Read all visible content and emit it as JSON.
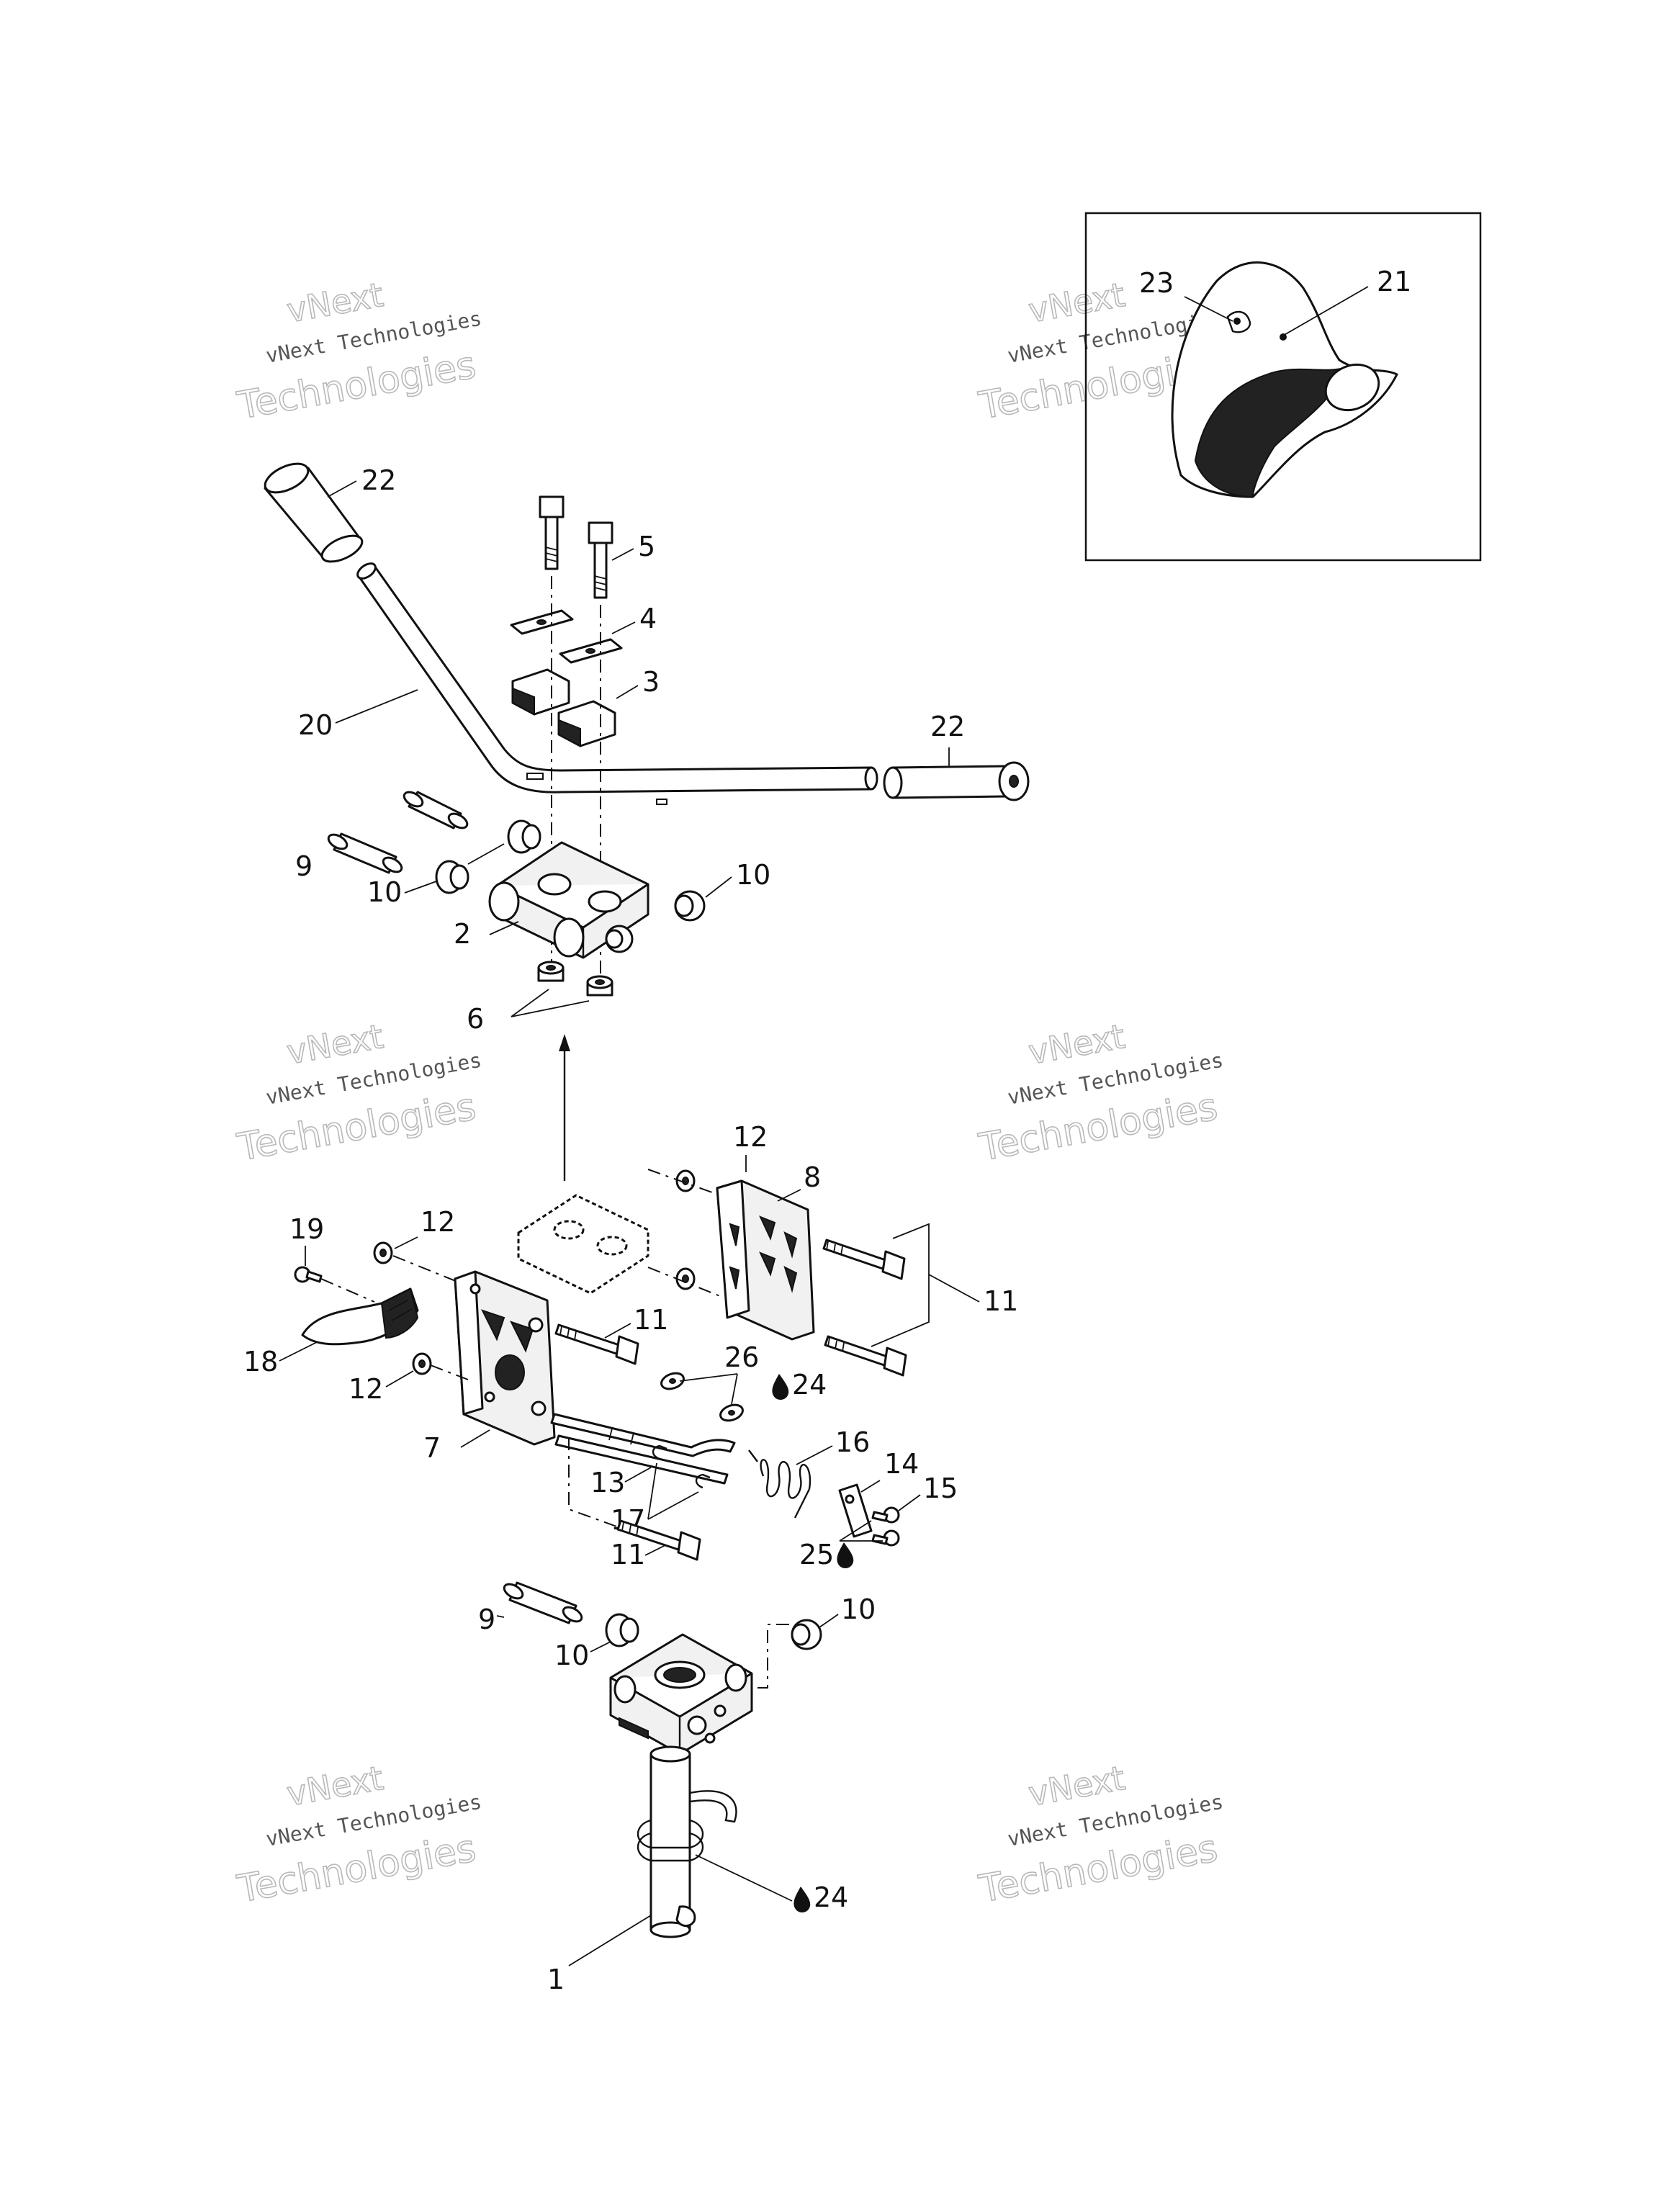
{
  "watermark": {
    "line1": "vNext",
    "line2": "vNext Technologies",
    "line3": "Technologies"
  },
  "callouts": {
    "c1": "1",
    "c2": "2",
    "c3": "3",
    "c4": "4",
    "c5": "5",
    "c6": "6",
    "c7": "7",
    "c8": "8",
    "c9a": "9",
    "c9b": "9",
    "c10a": "10",
    "c10b": "10",
    "c10c": "10",
    "c10d": "10",
    "c11a": "11",
    "c11b": "11",
    "c11c": "11",
    "c12a": "12",
    "c12b": "12",
    "c12c": "12",
    "c13": "13",
    "c14": "14",
    "c15": "15",
    "c16": "16",
    "c17": "17",
    "c18": "18",
    "c19": "19",
    "c20": "20",
    "c21": "21",
    "c22a": "22",
    "c22b": "22",
    "c23": "23",
    "c24a": "24",
    "c24b": "24",
    "c25": "25",
    "c26": "26"
  },
  "icons": {
    "lubricant": "drop-icon",
    "arrow": "arrow-up-icon"
  }
}
